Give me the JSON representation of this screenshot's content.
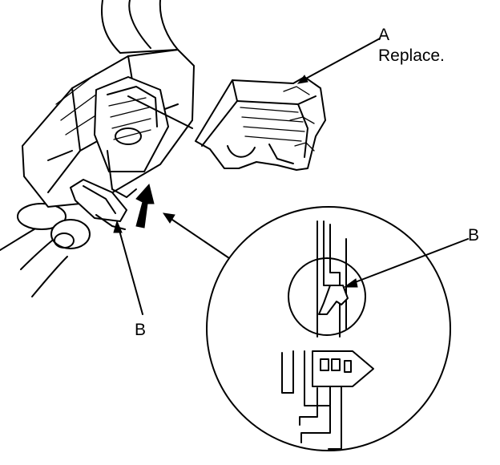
{
  "labels": {
    "a_letter": "A",
    "a_caption": "Replace.",
    "b_left": "B",
    "b_inset": "B"
  },
  "colors": {
    "ink": "#000000",
    "paper": "#ffffff"
  }
}
